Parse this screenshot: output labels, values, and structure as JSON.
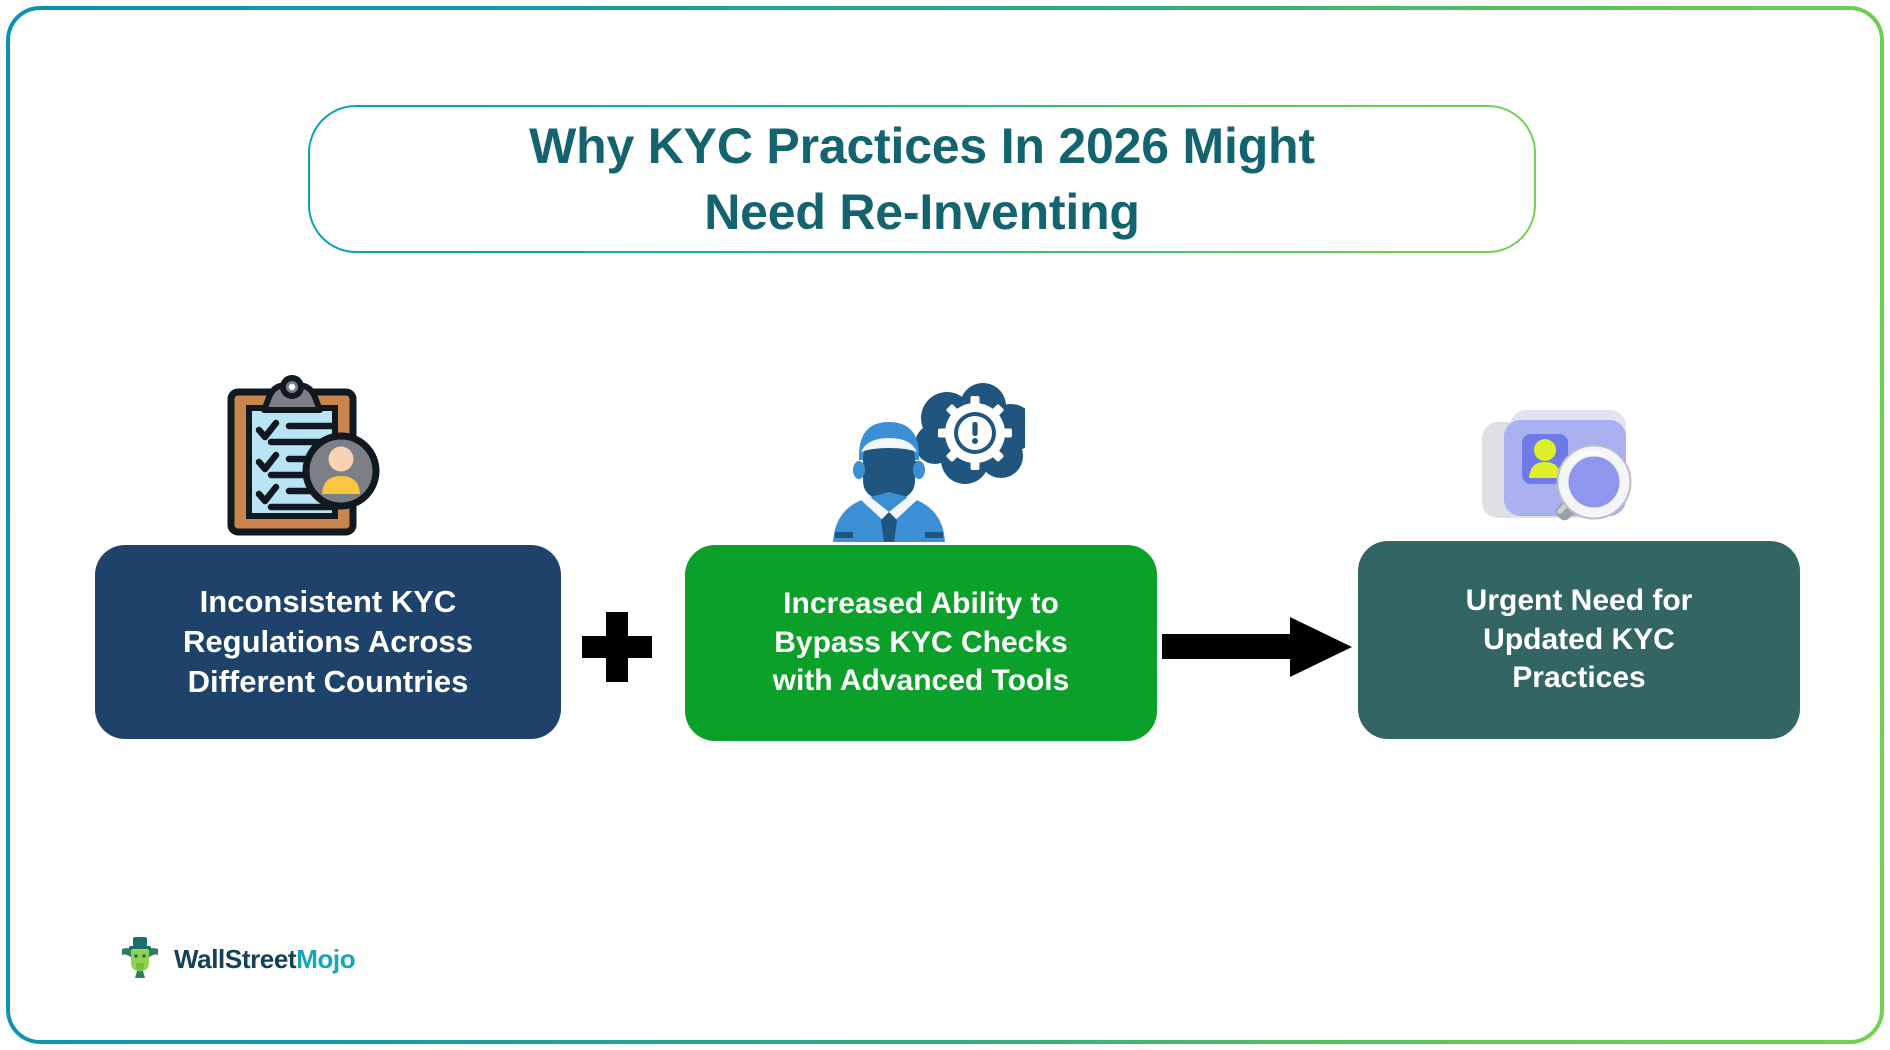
{
  "title": {
    "text": "Why KYC Practices In 2026 Might\nNeed Re-Inventing",
    "color": "#13646f",
    "border_gradient_from": "#0aa0bb",
    "border_gradient_to": "#74d253"
  },
  "frame": {
    "gradient_from": "#0c93ad",
    "gradient_to": "#72d052",
    "background": "#ffffff"
  },
  "flow": {
    "items": [
      {
        "id": "inconsistent-kyc-regulations",
        "label": "Inconsistent KYC\nRegulations Across\nDifferent Countries",
        "card_color": "#1e4269",
        "text_color": "#ffffff",
        "icon": "clipboard-checklist-person-icon"
      },
      {
        "id": "bypass-kyc-checks",
        "label": "Increased Ability to\nBypass KYC Checks\nwith Advanced Tools",
        "card_color": "#0aa02a",
        "text_color": "#ffffff",
        "icon": "person-thinking-gear-alert-icon"
      },
      {
        "id": "urgent-need-updated-kyc",
        "label": "Urgent Need for\nUpdated KYC\nPractices",
        "card_color": "#336663",
        "text_color": "#ffffff",
        "icon": "id-card-magnifier-icon"
      }
    ],
    "operators": [
      {
        "id": "plus",
        "symbol": "+",
        "color": "#000000"
      },
      {
        "id": "arrow",
        "symbol": "→",
        "color": "#000000"
      }
    ]
  },
  "logo": {
    "name_part_1": "WallStreet",
    "name_part_2": "Mojo",
    "color_part_1": "#14405a",
    "color_part_2": "#18a5b5",
    "mark": "wallstreetmojo-bull-icon"
  }
}
